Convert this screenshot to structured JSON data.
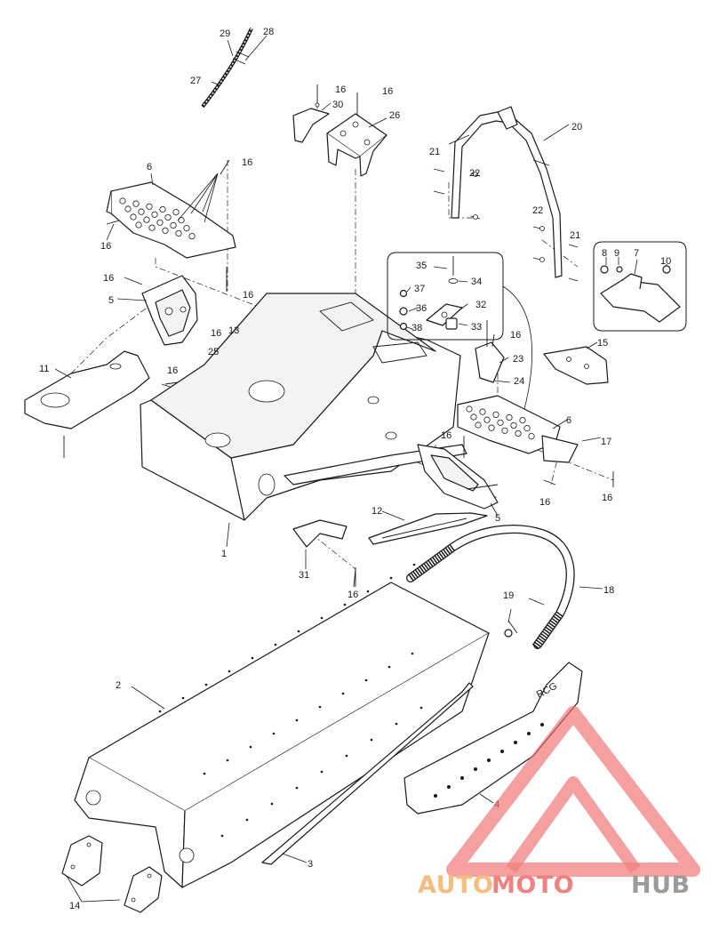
{
  "callouts": {
    "c1": "1",
    "c2": "2",
    "c3": "3",
    "c4": "4",
    "c5a": "5",
    "c5b": "5",
    "c6a": "6",
    "c6b": "6",
    "c7": "7",
    "c8": "8",
    "c9": "9",
    "c10": "10",
    "c11": "11",
    "c12": "12",
    "c13": "13",
    "c14": "14",
    "c15": "15",
    "c16a": "16",
    "c16b": "16",
    "c16c": "16",
    "c16d": "16",
    "c16e": "16",
    "c16f": "16",
    "c16g": "16",
    "c16h": "16",
    "c16i": "16",
    "c16j": "16",
    "c16k": "16",
    "c16l": "16",
    "c16m": "16",
    "c17": "17",
    "c18": "18",
    "c19": "19",
    "c20": "20",
    "c21a": "21",
    "c21b": "21",
    "c22a": "22",
    "c22b": "22",
    "c23": "23",
    "c24": "24",
    "c25": "25",
    "c26": "26",
    "c27": "27",
    "c28": "28",
    "c29": "29",
    "c30": "30",
    "c31": "31",
    "c32": "32",
    "c33": "33",
    "c34": "34",
    "c35": "35",
    "c36": "36",
    "c37": "37",
    "c38": "38"
  },
  "watermark": {
    "text_auto": "AUTO",
    "text_moto": "MOTO",
    "text_hub": "HUB",
    "color_auto": "#f4b26a",
    "color_moto": "#ef6b6b",
    "color_hub": "#8a8a8a"
  },
  "rail_stamp": "RCG"
}
